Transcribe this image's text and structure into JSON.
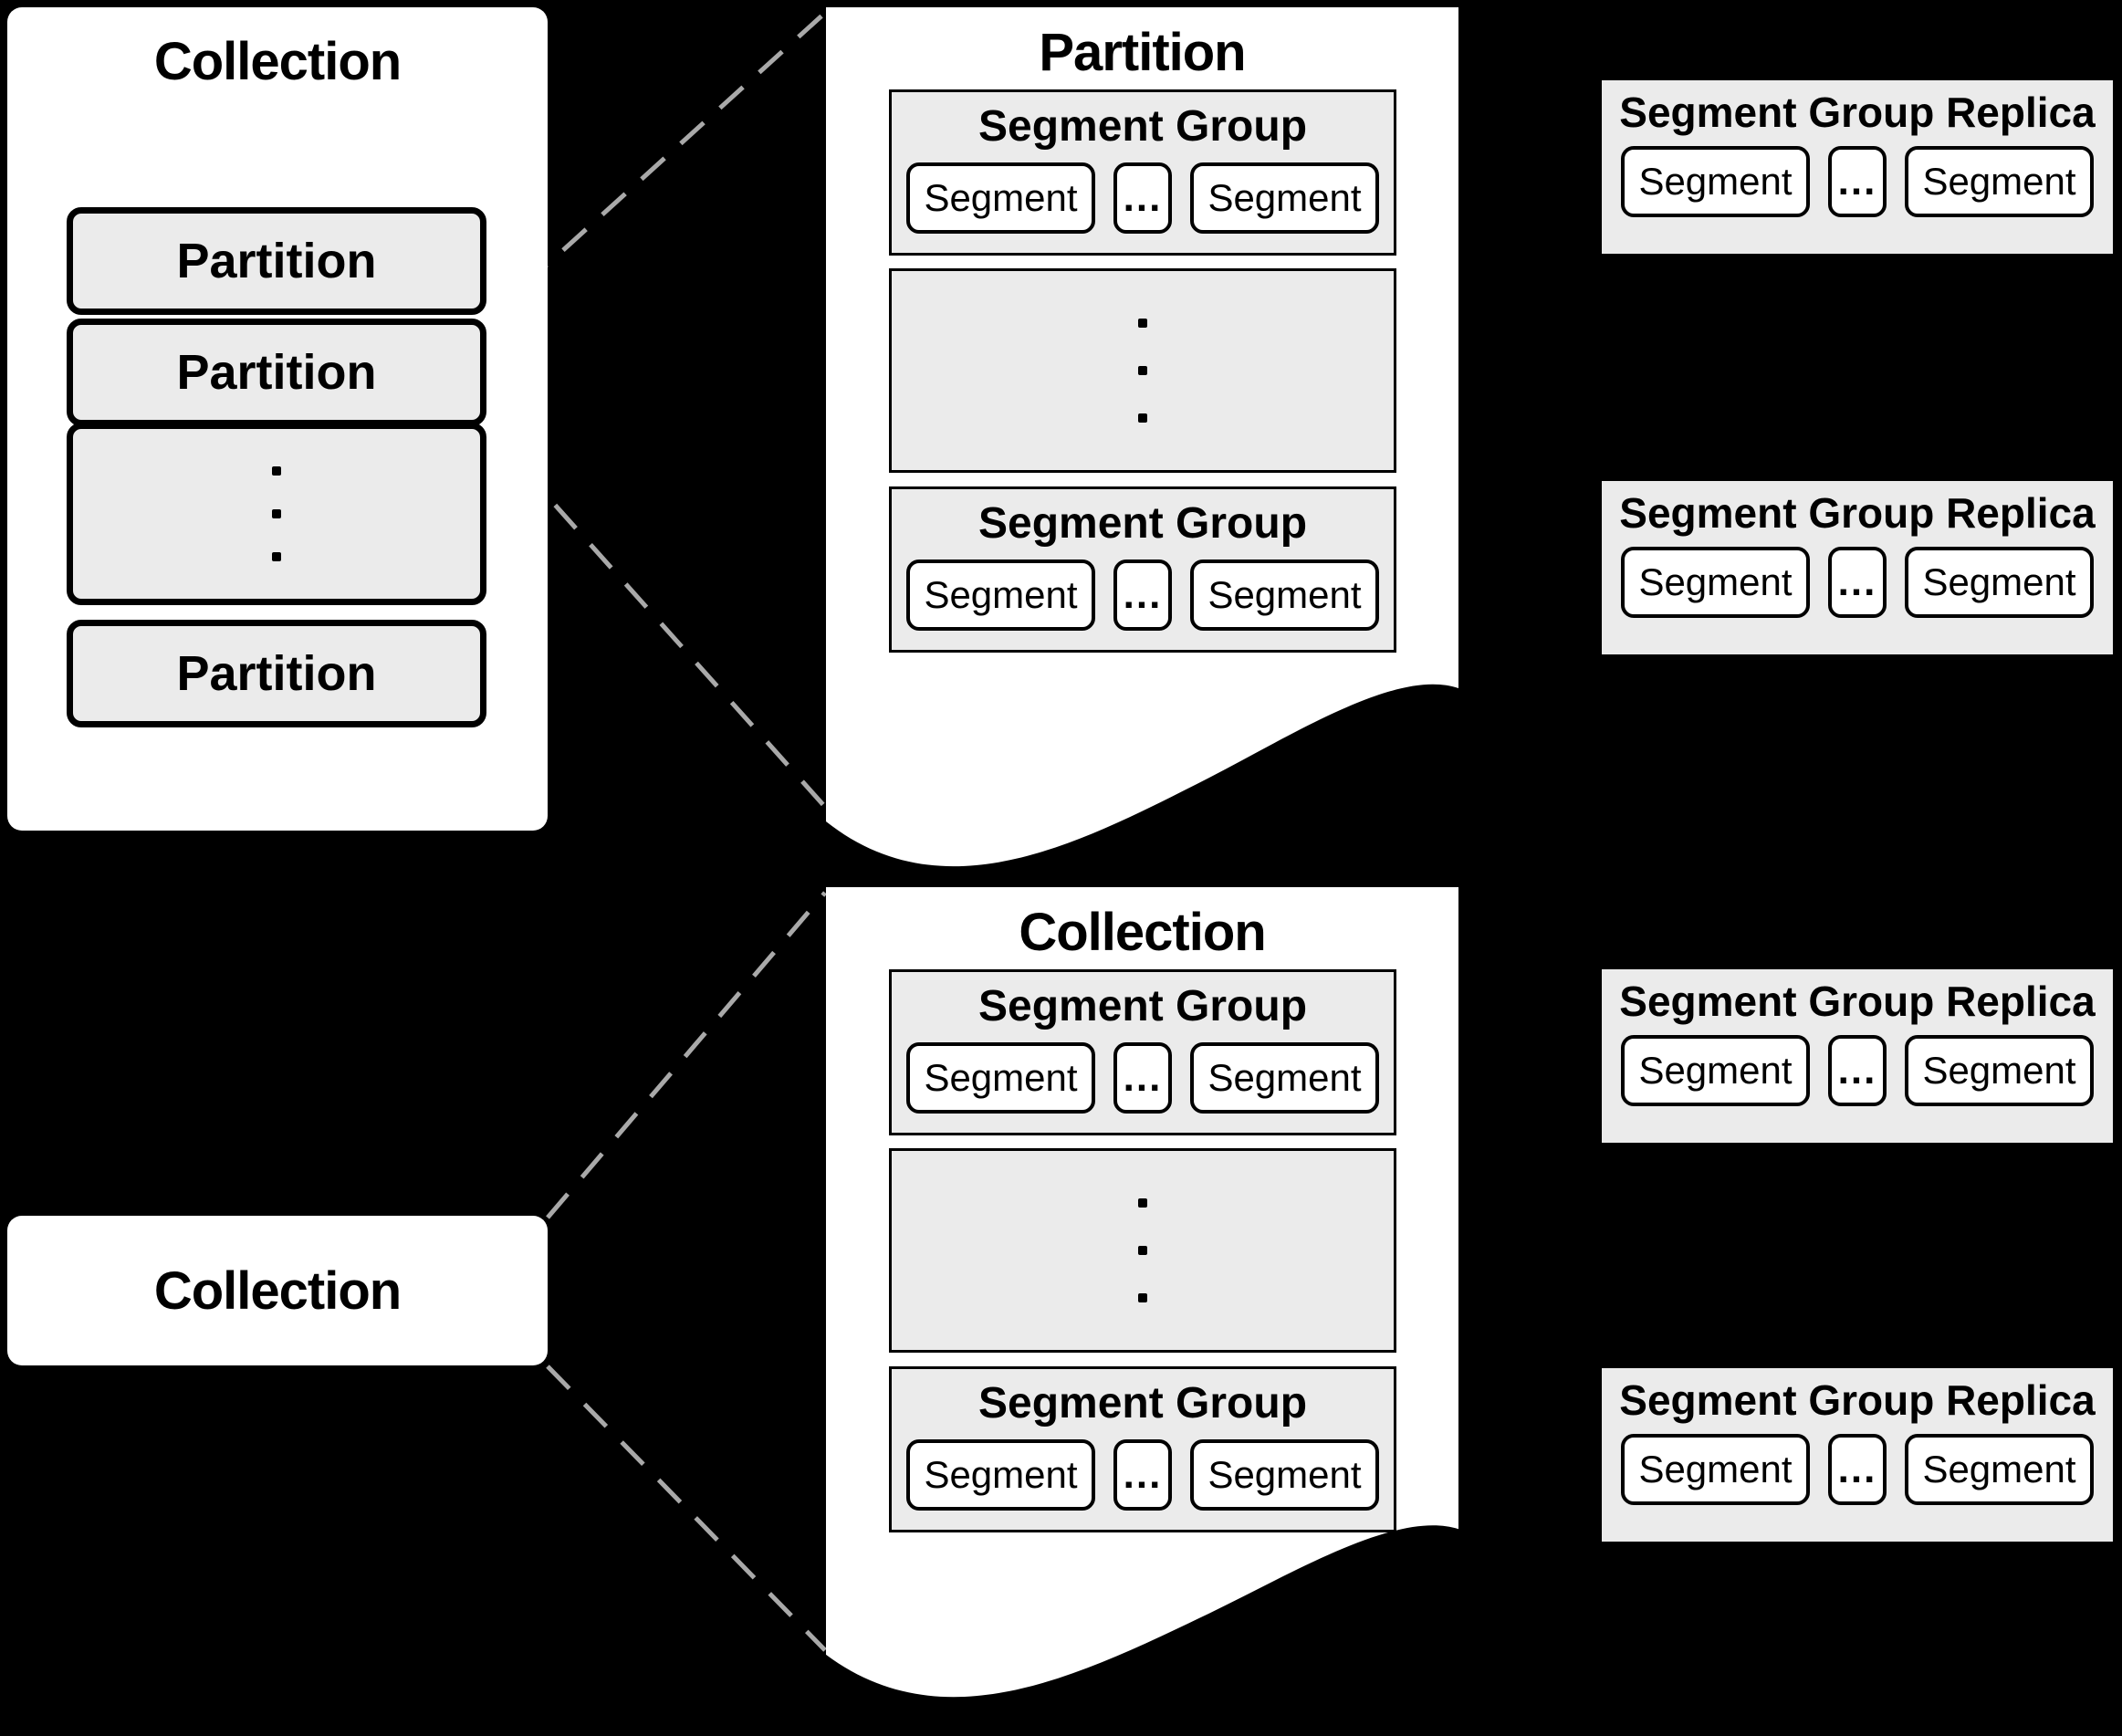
{
  "colors": {
    "background": "#000000",
    "surface_white": "#ffffff",
    "panel_gray": "#ebebeb",
    "outline_black": "#000000",
    "connector_gray": "#a9a9a9"
  },
  "collection_overview": {
    "title": "Collection",
    "partition_rows": [
      "Partition",
      "Partition",
      "Partition"
    ]
  },
  "partition_detail_page": {
    "title": "Partition",
    "segment_groups": [
      {
        "title": "Segment Group",
        "segments": [
          "Segment",
          "...",
          "Segment"
        ]
      },
      {
        "title": "Segment Group",
        "segments": [
          "Segment",
          "...",
          "Segment"
        ]
      }
    ]
  },
  "collection_card": {
    "title": "Collection"
  },
  "collection_detail_page": {
    "title": "Collection",
    "segment_groups": [
      {
        "title": "Segment Group",
        "segments": [
          "Segment",
          "...",
          "Segment"
        ]
      },
      {
        "title": "Segment Group",
        "segments": [
          "Segment",
          "...",
          "Segment"
        ]
      }
    ]
  },
  "segment_group_replicas": [
    {
      "title": "Segment Group Replica",
      "segments": [
        "Segment",
        "...",
        "Segment"
      ]
    },
    {
      "title": "Segment Group Replica",
      "segments": [
        "Segment",
        "...",
        "Segment"
      ]
    },
    {
      "title": "Segment Group Replica",
      "segments": [
        "Segment",
        "...",
        "Segment"
      ]
    },
    {
      "title": "Segment Group Replica",
      "segments": [
        "Segment",
        "...",
        "Segment"
      ]
    }
  ]
}
